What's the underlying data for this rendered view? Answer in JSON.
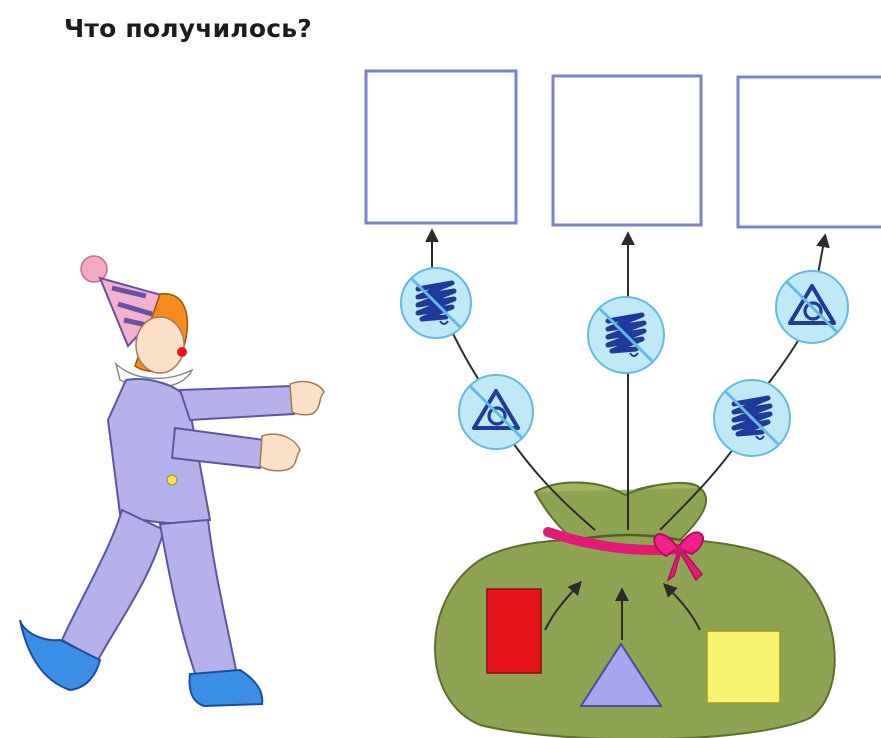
{
  "question": "Что получилось?",
  "colors": {
    "answer_box_border": "#7c7fd6",
    "arrow": "#2c2c2c",
    "filter_circle": "#bfe9f7",
    "filter_strike": "#66b9e6",
    "filter_symbol": "#1e3a9a",
    "sack": "#8ea453",
    "ribbon": "#e21b74",
    "rect_red": "#e8141b",
    "triangle_lilac": "#a9a4ee",
    "square_yellow": "#f8f36f",
    "clown_suit": "#b5b1ea"
  },
  "answer_boxes": [
    "empty",
    "empty",
    "empty"
  ],
  "filters": [
    {
      "branch": "left",
      "symbol": "triangle-circle-crossed-icon"
    },
    {
      "branch": "left",
      "symbol": "scribble-crossed-icon"
    },
    {
      "branch": "middle",
      "symbol": "scribble-crossed-icon"
    },
    {
      "branch": "right",
      "symbol": "scribble-crossed-icon"
    },
    {
      "branch": "right",
      "symbol": "triangle-circle-crossed-icon"
    }
  ],
  "sack_shapes": [
    "red-rectangle",
    "lilac-triangle",
    "yellow-square"
  ]
}
